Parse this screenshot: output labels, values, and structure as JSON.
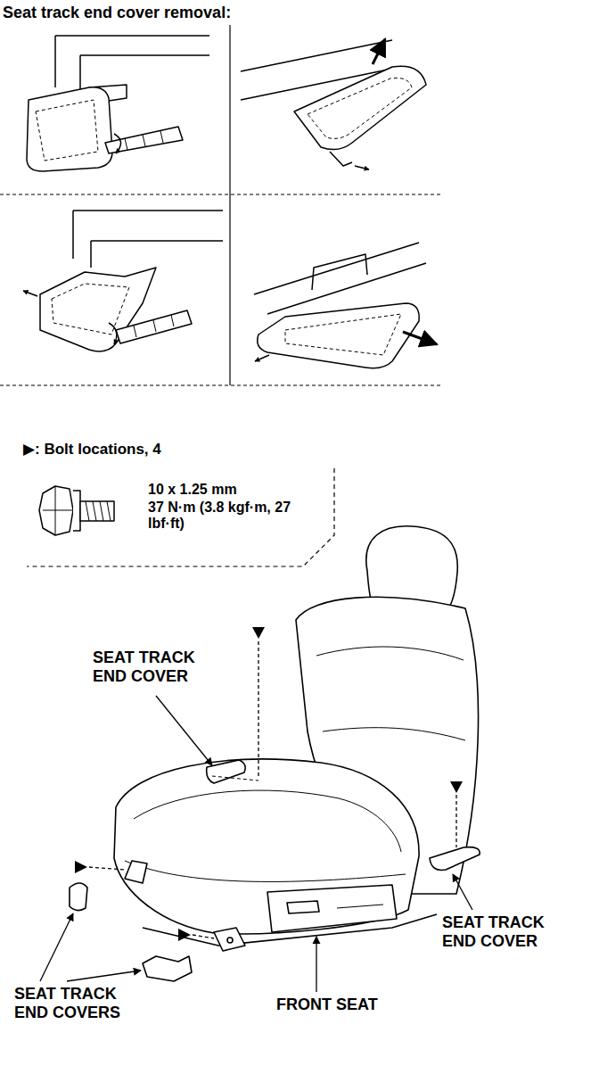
{
  "diagram": {
    "title": "Seat track end cover removal:",
    "labels": [
      "▶: Bolt locations, 4",
      "10 x 1.25 mm",
      "37 N·m (3.8 kgf·m, 27 lbf·ft)",
      "SEAT TRACK END COVER",
      "SEAT TRACK END COVER",
      "SEAT TRACK END COVERS",
      "FRONT SEAT"
    ]
  }
}
